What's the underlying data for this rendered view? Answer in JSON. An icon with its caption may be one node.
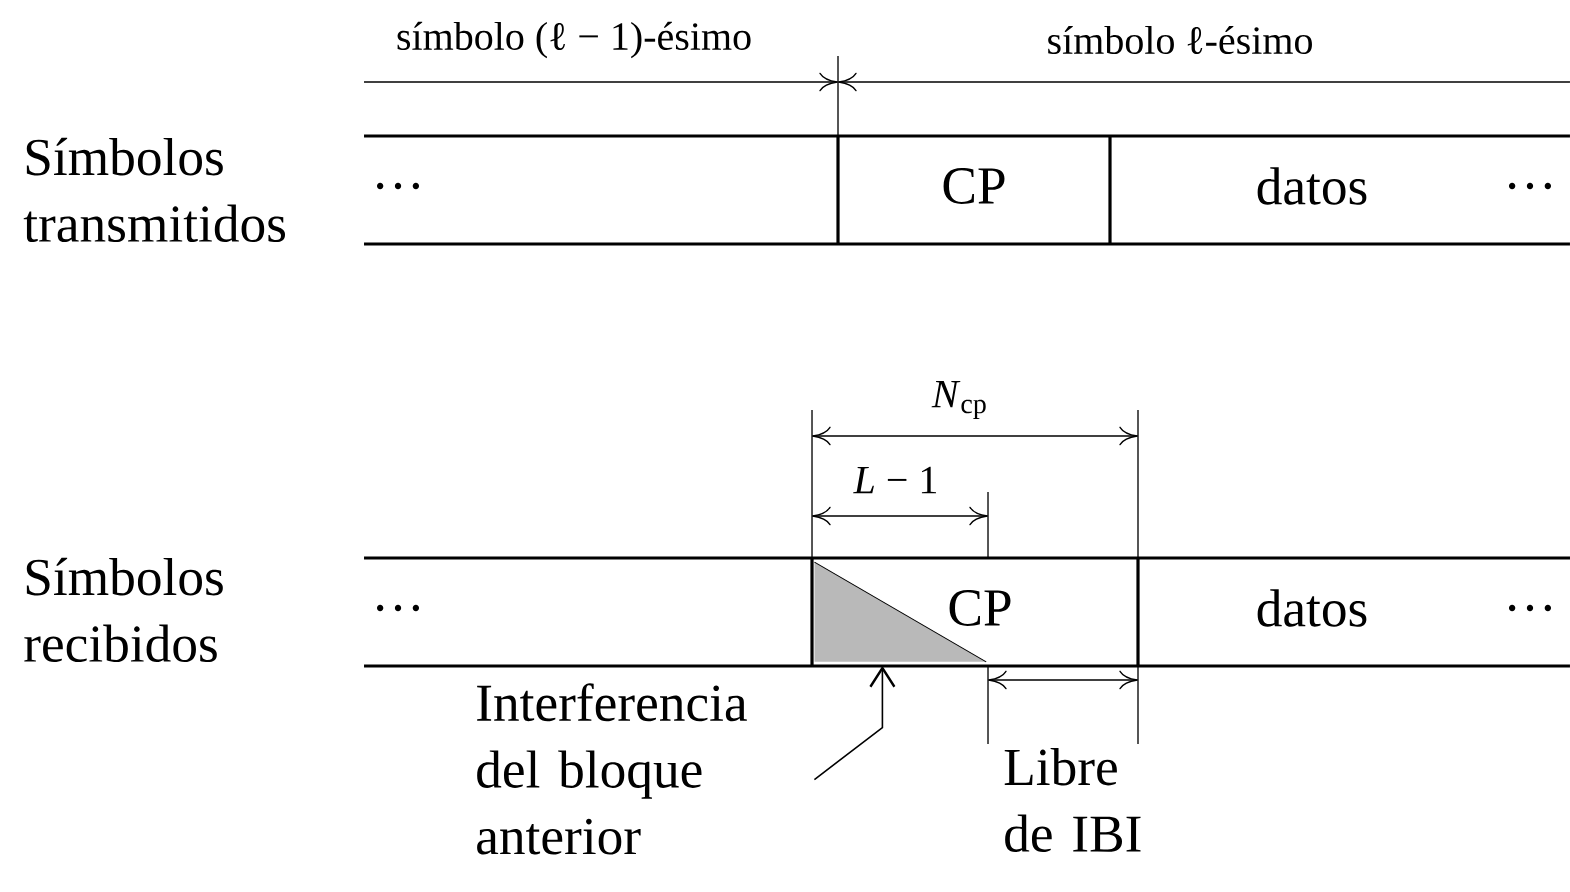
{
  "diagram": {
    "nodes": [
      {
        "text": [
          "Símbolos transmitidos"
        ]
      },
      {
        "text": [
          "…"
        ]
      },
      {
        "text": [
          "CP"
        ]
      },
      {
        "text": [
          "datos",
          "…"
        ]
      },
      {
        "text": [
          "Símbolos recibidos"
        ]
      },
      {
        "text": [
          "…"
        ]
      },
      {
        "text": [
          "CP"
        ]
      },
      {
        "text": [],
        "shape": "triangle",
        "in": 6
      },
      {
        "text": [
          "datos",
          "…"
        ]
      },
      {
        "text": [
          "Interferencia del bloque anterior"
        ]
      }
    ],
    "edges": [
      {
        "from": 9,
        "to": 7,
        "arrow": "to"
      }
    ],
    "labels": [
      "símbolo (ℓ − 1)-ésimo",
      "símbolo ℓ-ésimo",
      "*N*$_{cp}$",
      "*L* − 1",
      "Libre de IBI"
    ]
  }
}
